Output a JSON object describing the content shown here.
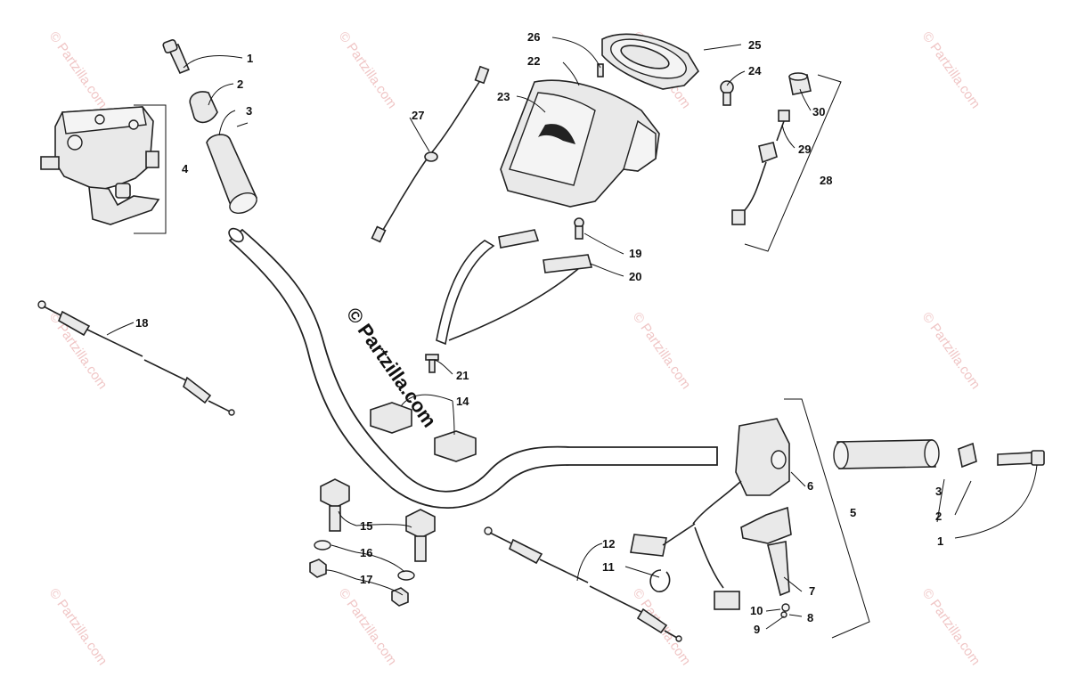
{
  "diagram": {
    "watermark_text": "© Partzilla.com",
    "center_watermark_text": "© Partzilla.com",
    "line_color": "#222222",
    "watermark_color": "#f0c6c6",
    "callouts": [
      "1",
      "2",
      "3",
      "4",
      "1",
      "2",
      "3",
      "5",
      "6",
      "7",
      "8",
      "9",
      "10",
      "11",
      "12",
      "14",
      "15",
      "16",
      "17",
      "18",
      "19",
      "20",
      "21",
      "22",
      "23",
      "24",
      "25",
      "26",
      "27",
      "28",
      "29",
      "30"
    ]
  }
}
